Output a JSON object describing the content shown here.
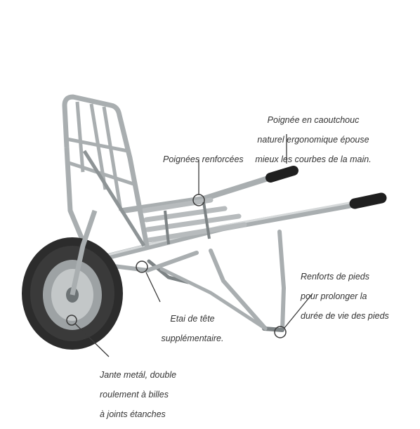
{
  "colors": {
    "frame": "#a9aeb0",
    "frame_dark": "#7d8385",
    "frame_light": "#d6d9da",
    "tire": "#2c2c2c",
    "rim": "#9da2a4",
    "grip": "#1f1f1f",
    "callout": "#3a3a3a",
    "text": "#333333"
  },
  "annotations": {
    "grip": [
      "Poignée en caoutchouc",
      "naturel ergonomique épouse",
      "mieux les courbes de la main."
    ],
    "handles": [
      "Poignées renforcées"
    ],
    "legs": [
      "Renforts de pieds",
      "pour prolonger la",
      "durée de vie des pieds"
    ],
    "strut": [
      "Etai de tête",
      "supplémentaire."
    ],
    "rim": [
      "Jante metál, double",
      "roulement à billes",
      "à joints étanches"
    ]
  }
}
